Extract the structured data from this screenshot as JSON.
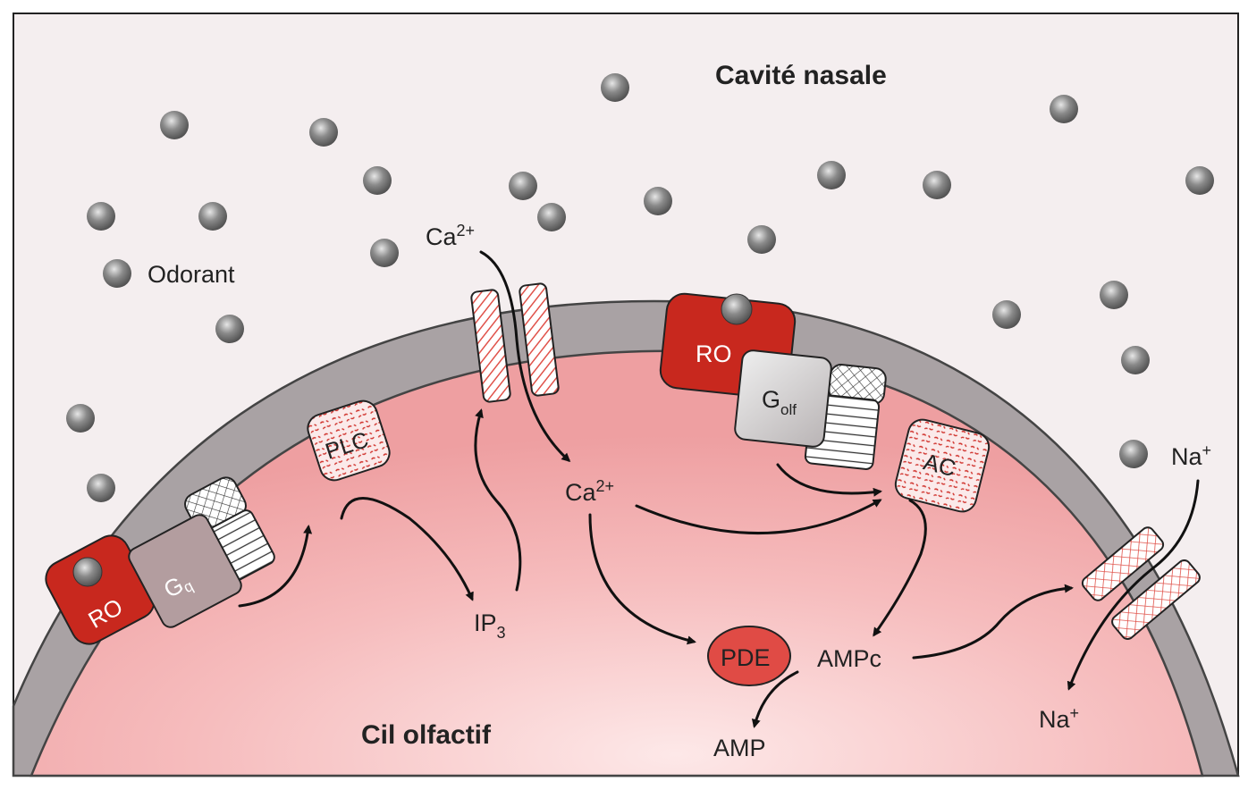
{
  "labels": {
    "cavity": "Cavité nasale",
    "cilium": "Cil olfactif",
    "odorant": "Odorant",
    "ca_out": "Ca",
    "ca_in": "Ca",
    "ca_charge": "2+",
    "ip": "IP",
    "ip_sub": "3",
    "pde": "PDE",
    "campc": "AMPc",
    "amp": "AMP",
    "na_out": "Na",
    "na_in": "Na",
    "na_charge": "+",
    "plc": "PLC",
    "ac": "AC",
    "ro_left": "RO",
    "ro_right": "RO",
    "gq": "G",
    "gq_sub": "q",
    "golf": "G",
    "golf_sub": "olf"
  },
  "colors": {
    "receptor_red": "#c8281e",
    "cytoplasm_pink": "#f3a9aa",
    "membrane_grey": "#a9a2a4",
    "odorant_grey": "#7a7a7a",
    "background": "#f4eeef"
  }
}
